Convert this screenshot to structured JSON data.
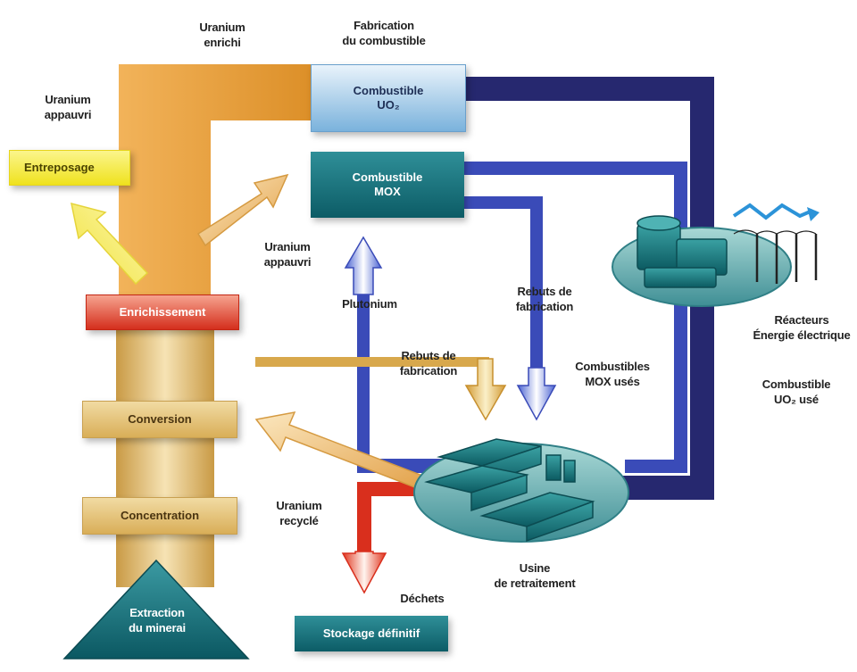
{
  "labels": {
    "uranium_enrichi": "Uranium\nenrichi",
    "fabrication_du_combustible": "Fabrication\ndu combustible",
    "uranium_appauvri_top": "Uranium\nappauvri",
    "uranium_appauvri_mid": "Uranium\nappauvri",
    "plutonium": "Plutonium",
    "rebuts_de_fabrication_right": "Rebuts de\nfabrication",
    "rebuts_de_fabrication_center": "Rebuts de\nfabrication",
    "combustibles_mox_uses": "Combustibles\nMOX usés",
    "reacteurs": "Réacteurs\nÉnergie électrique",
    "combustible_uo2_use": "Combustible\nUO₂ usé",
    "uranium_recycle": "Uranium\nrecyclé",
    "usine_de_retraitement": "Usine\nde retraitement",
    "dechets": "Déchets"
  },
  "boxes": {
    "entreposage": "Entreposage",
    "combustible_uo2": "Combustible\nUO₂",
    "combustible_mox": "Combustible\nMOX",
    "enrichissement": "Enrichissement",
    "conversion": "Conversion",
    "concentration": "Concentration",
    "extraction_du_minerai": "Extraction\ndu minerai",
    "stockage_definitif": "Stockage définitif"
  },
  "colors": {
    "orange_flow": "#e9a13a",
    "navy_flow": "#26286f",
    "blue_flow": "#3d5fc7",
    "teal_box": "#0f6670",
    "red_box": "#d4311f",
    "yellow_box": "#f3ea2d"
  }
}
